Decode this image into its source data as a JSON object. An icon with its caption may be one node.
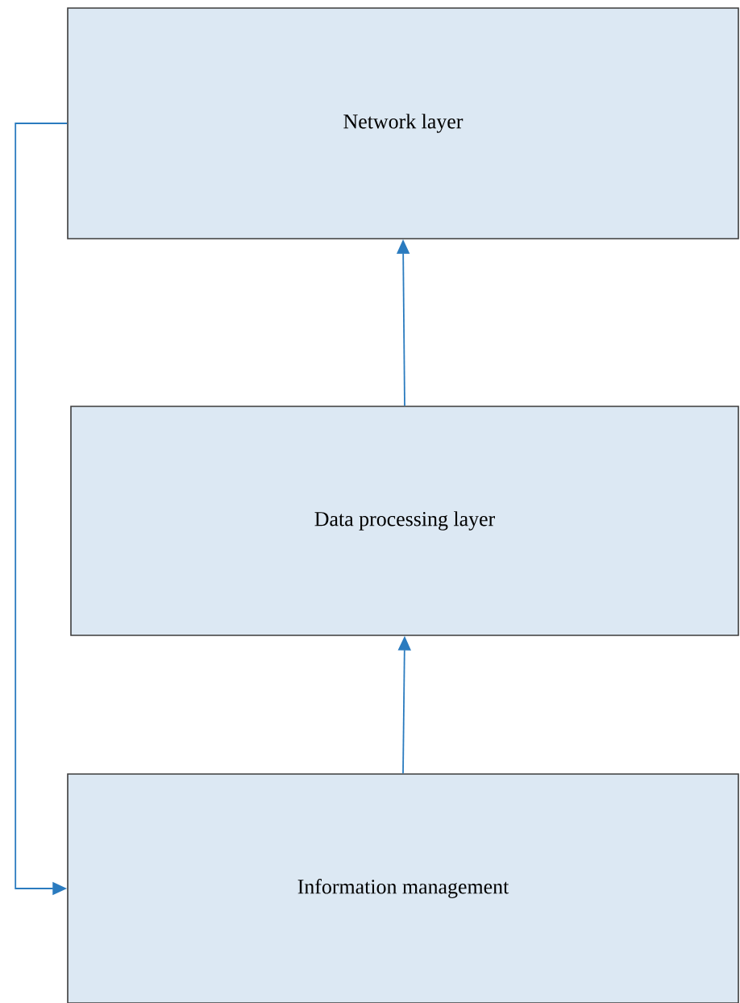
{
  "diagram": {
    "nodes": [
      {
        "text": [
          "Network layer"
        ]
      },
      {
        "text": [
          "Data processing layer"
        ]
      },
      {
        "text": [
          "Information management"
        ]
      }
    ],
    "edges": [
      {
        "from": 1,
        "to": 0,
        "arrow": "to"
      },
      {
        "from": 2,
        "to": 1,
        "arrow": "to"
      },
      {
        "from": 0,
        "to": 2,
        "arrow": "to"
      }
    ]
  }
}
